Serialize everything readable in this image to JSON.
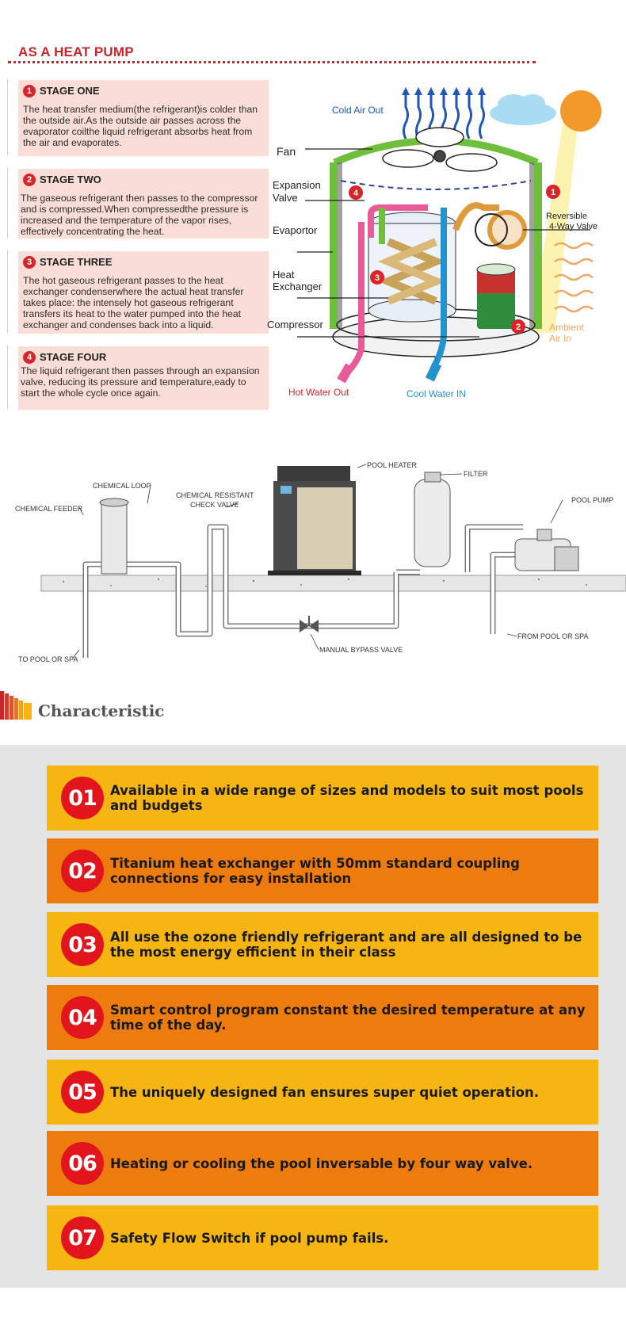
{
  "heat_pump": {
    "title": "AS A HEAT PUMP",
    "stages": [
      {
        "num": "1",
        "title": "STAGE ONE",
        "text": "The heat transfer medium(the refrigerant)is colder than the outside air.As the outside air passes across the evaporator coilthe liquid refrigerant absorbs heat from the air and evaporates."
      },
      {
        "num": "2",
        "title": "STAGE TWO",
        "text": "The gaseous refrigerant then passes to the compressor and is compressed.When compressedthe pressure is increased and the temperature of the vapor rises, effectively concentrating the heat."
      },
      {
        "num": "3",
        "title": "STAGE THREE",
        "text": "The hot gaseous refrigerant passes to the heat exchanger condenserwhere the actual heat transfer takes place: the intensely hot gaseous refrigerant transfers its heat to the water pumped into the heat exchanger and condenses back into a liquid."
      },
      {
        "num": "4",
        "title": "STAGE FOUR",
        "text": "The liquid refrigerant then passes through an expansion valve, reducing its pressure and temperature,eady to start the whole cycle once again."
      }
    ],
    "diagram": {
      "labels": {
        "cold_air_out": "Cold  Air Out",
        "fan": "Fan",
        "expansion_valve_1": "Expansion",
        "expansion_valve_2": "Valve",
        "evaporator": "Evaportor",
        "heat_exchanger_1": "Heat",
        "heat_exchanger_2": "Exchanger",
        "compressor": "Compressor",
        "reversible_1": "Reversible",
        "reversible_2": "4-Way Valve",
        "ambient_1": "Ambient",
        "ambient_2": "Air In",
        "hot_water_out": "Hot Water Out",
        "cool_water_in": "Cool Water IN"
      },
      "markers": [
        "1",
        "2",
        "3",
        "4"
      ]
    }
  },
  "pool_diagram": {
    "labels": {
      "pool_heater": "POOL HEATER",
      "filter": "FILTER",
      "pool_pump": "POOL PUMP",
      "chemical_loop": "CHEMICAL LOOP",
      "chemical_resistant_1": "CHEMICAL RESISTANT",
      "chemical_resistant_2": "CHECK VALVE",
      "chemical_feeder": "CHEMICAL FEEDER",
      "to_pool": "TO POOL OR SPA",
      "from_pool": "FROM POOL OR SPA",
      "bypass": "MANUAL BYPASS VALVE"
    }
  },
  "characteristic": {
    "title": "Characteristic",
    "colors": {
      "yellow": "#f6b511",
      "orange": "#ed7b0e",
      "badge": "#e2151c",
      "background": "#e4e4e4"
    },
    "features": [
      {
        "num": "01",
        "text": "Available in a wide range of sizes and models to suit most pools and budgets"
      },
      {
        "num": "02",
        "text": "Titanium heat exchanger with 50mm standard coupling connections for easy installation"
      },
      {
        "num": "03",
        "text": "All use the ozone friendly refrigerant and are all designed to be the most energy efficient in their class"
      },
      {
        "num": "04",
        "text": "Smart control program constant the desired temperature at any time of the day."
      },
      {
        "num": "05",
        "text": "The uniquely designed fan ensures super quiet operation."
      },
      {
        "num": "06",
        "text": "Heating or cooling the pool inversable by four way valve."
      },
      {
        "num": "07",
        "text": "Safety Flow Switch if pool pump fails."
      }
    ]
  }
}
